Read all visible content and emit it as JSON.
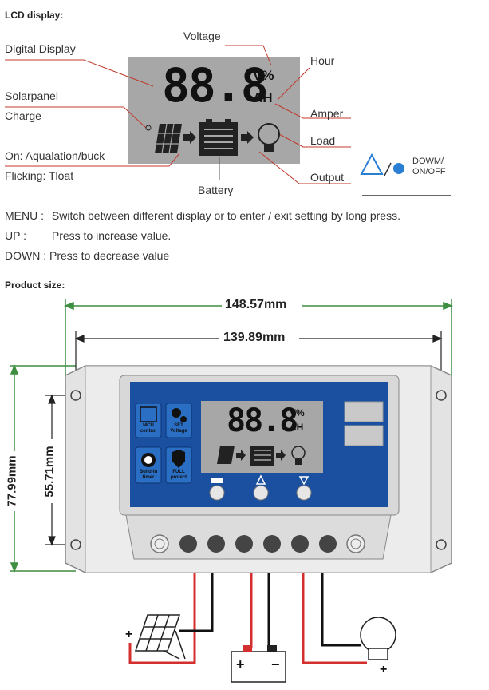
{
  "sections": {
    "lcd_title": "LCD display:",
    "size_title": "Product size:"
  },
  "callouts": {
    "voltage": "Voltage",
    "digital_display": "Digital Display",
    "hour": "Hour",
    "solarpanel": "Solarpanel",
    "charge": "Charge",
    "amper": "Amper",
    "load": "Load",
    "on": "On: Aqualation/buck",
    "flicking": "Flicking: Tloat",
    "output": "Output",
    "battery": "Battery",
    "dowm": "DOWM/",
    "onoff": "ON/OFF"
  },
  "lcd": {
    "digits": "88.8",
    "unit_top": "V%",
    "unit_bottom": "AH"
  },
  "descriptions": [
    {
      "key": "MENU :",
      "text": "Switch between different display or to enter / exit setting by long press."
    },
    {
      "key": "UP :",
      "text": "Press to increase value."
    },
    {
      "key": "DOWN :",
      "text": "Press to decrease value"
    }
  ],
  "dimensions": {
    "outer_width": "148.57mm",
    "inner_width": "139.89mm",
    "outer_height": "77.99mm",
    "inner_height": "55.71mm"
  },
  "device": {
    "tile1_label": "MCU control",
    "tile2_label": "SET Voltage",
    "tile3_label": "Build-in timer",
    "tile4_label": "FULL protect"
  },
  "terminals": {
    "plus_panel": "+",
    "plus_battery": "+",
    "minus_battery": "−",
    "plus_load": "+"
  },
  "colors": {
    "line_red": "#c0392b",
    "dim_green": "#3e8e41",
    "lcd_bg": "#a8a8a8",
    "panel_blue": "#1b4fa0",
    "accent_blue": "#2a7fd4"
  }
}
